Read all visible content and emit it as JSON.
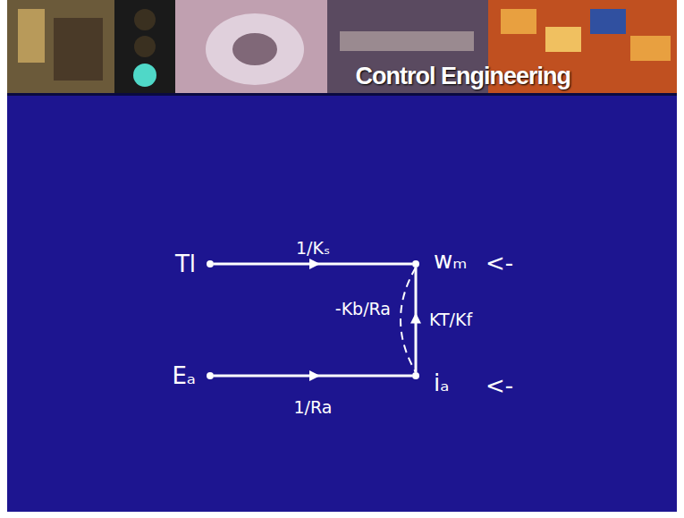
{
  "diagram": {
    "title": "Control Engineering",
    "nodes": [
      {
        "text": [
          "Tl"
        ]
      },
      {
        "text": [
          "wₘ"
        ]
      },
      {
        "text": [
          "Eₐ"
        ]
      },
      {
        "text": [
          "iₐ"
        ]
      }
    ],
    "edges": [
      {
        "from": 0,
        "to": 1,
        "label": "1/Kₛ",
        "arrow": "to"
      },
      {
        "from": 2,
        "to": 3,
        "label": "1/Ra",
        "arrow": "to"
      },
      {
        "from": 3,
        "to": 1,
        "label": "KT/Kf",
        "arrow": "to"
      },
      {
        "from": 1,
        "to": 3,
        "label": "-Kb/Ra",
        "arrow": "none"
      }
    ],
    "labels": [
      "<-",
      "<-"
    ]
  }
}
